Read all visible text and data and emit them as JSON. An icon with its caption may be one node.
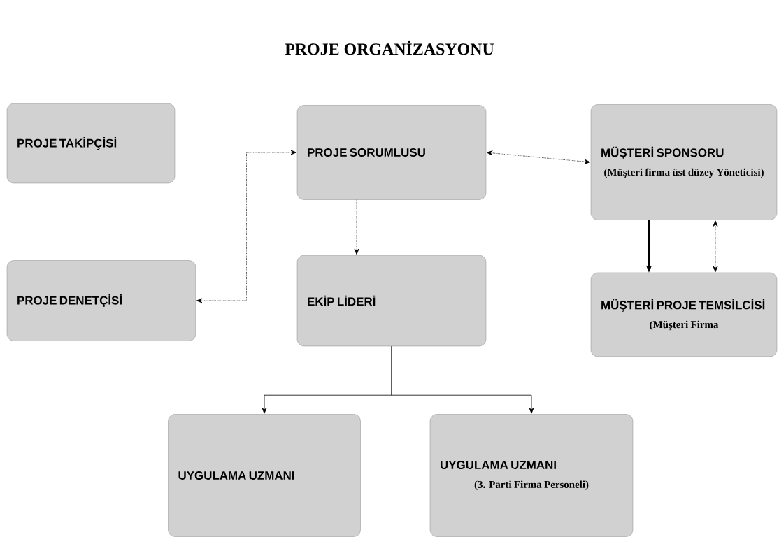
{
  "diagram": {
    "title": "PROJE ORGANİZASYONU",
    "nodes": [
      {
        "text": [
          "PROJE TAKİPÇİSİ"
        ]
      },
      {
        "text": [
          "PROJE SORUMLUSU"
        ]
      },
      {
        "text": [
          "MÜŞTERİ SPONSORU",
          "(Müşteri firma üst düzey Yöneticisi)"
        ]
      },
      {
        "text": [
          "PROJE DENETÇİSİ"
        ]
      },
      {
        "text": [
          "EKİP LİDERİ"
        ]
      },
      {
        "text": [
          "MÜŞTERİ PROJE TEMSİLCİSİ",
          "(Müşteri Firma"
        ]
      },
      {
        "text": [
          "UYGULAMA UZMANI"
        ]
      },
      {
        "text": [
          "UYGULAMA UZMANI",
          "(3. Parti Firma Personeli)"
        ]
      }
    ],
    "edges": [
      {
        "from": 3,
        "to": 1,
        "arrow": "both",
        "style": "dashed"
      },
      {
        "from": 1,
        "to": 4,
        "arrow": "to",
        "style": "dashed"
      },
      {
        "from": 1,
        "to": 2,
        "arrow": "both",
        "style": "dashed"
      },
      {
        "from": 2,
        "to": 5,
        "arrow": "to",
        "style": "thick"
      },
      {
        "from": 2,
        "to": 5,
        "arrow": "both",
        "style": "dashed"
      },
      {
        "from": 4,
        "to": 6,
        "arrow": "to"
      },
      {
        "from": 4,
        "to": 7,
        "arrow": "to"
      }
    ]
  }
}
